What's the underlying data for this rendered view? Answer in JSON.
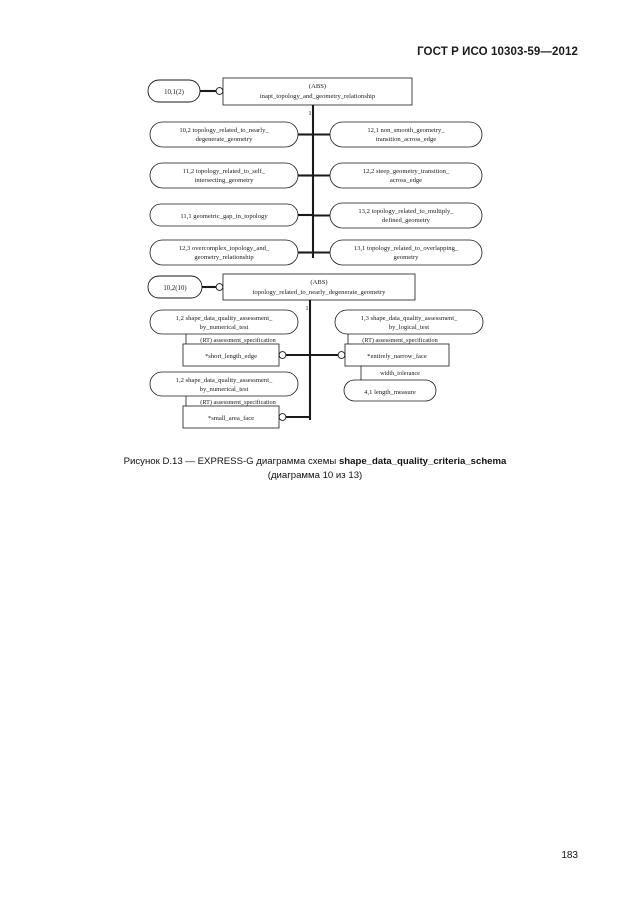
{
  "header": {
    "standard_title": "ГОСТ Р ИСО 10303-59—2012"
  },
  "page_number": "183",
  "caption": {
    "prefix": "Рисунок D.13 — EXPRESS-G диаграмма схемы ",
    "schema_name": "shape_data_quality_criteria_schema",
    "line2": "(диаграмма 10 из 13)"
  },
  "chart_data": {
    "type": "diagram",
    "notation": "EXPRESS-G",
    "title": "shape_data_quality_criteria_schema",
    "diagram_index": "10 из 13",
    "sections": [
      {
        "id": "section-1",
        "page_ref": "10,1(2)",
        "root": {
          "abs_marker": "(ABS)",
          "name": "inapt_topology_and_geometry_relationship",
          "kind": "abstract-entity"
        },
        "supertype_label": "1",
        "subtypes_left": [
          "10,2 topology_related_to_nearly_",
          "11,2 topology_related_to_self_",
          "11,1 geometric_gap_in_topology",
          "12,3 overcomplex_topology_and_"
        ],
        "subtypes_left_line2": [
          "degenerate_geometry",
          "intersecting_geometry",
          "",
          "geometry_relationship"
        ],
        "subtypes_right": [
          "12,1 non_smooth_geometry_",
          "12,2 steep_geometry_transition_",
          "13,2 topology_related_to_multiply_",
          "13,1 topology_related_to_overlapping_"
        ],
        "subtypes_right_line2": [
          "transition_across_edge",
          "across_edge",
          "defined_geometry",
          "geometry"
        ]
      },
      {
        "id": "section-2",
        "page_ref": "10,2(10)",
        "root": {
          "abs_marker": "(ABS)",
          "name": "topology_related_to_nearly_degenerate_geometry",
          "kind": "abstract-entity"
        },
        "supertype_label": "1",
        "nodes": [
          {
            "id": "left-assessment-1",
            "kind": "oval",
            "line1": "1,2 shape_data_quality_assessment_",
            "line2": "by_numerical_test"
          },
          {
            "id": "attr-label-1",
            "kind": "attribute",
            "text": "(RT) assessment_specification"
          },
          {
            "id": "short-length-edge",
            "kind": "rect",
            "text": "*short_length_edge"
          },
          {
            "id": "left-assessment-2",
            "kind": "oval",
            "line1": "1,2 shape_data_quality_assessment_",
            "line2": "by_numerical_test"
          },
          {
            "id": "attr-label-2",
            "kind": "attribute",
            "text": "(RT) assessment_specification"
          },
          {
            "id": "small-area-face",
            "kind": "rect",
            "text": "*small_area_face"
          },
          {
            "id": "right-assessment-1",
            "kind": "oval",
            "line1": "1,3 shape_data_quality_assessment_",
            "line2": "by_logical_test"
          },
          {
            "id": "attr-label-3",
            "kind": "attribute",
            "text": "(RT) assessment_specification"
          },
          {
            "id": "entirely-narrow-face",
            "kind": "rect",
            "text": "*entirely_narrow_face"
          },
          {
            "id": "attr-label-4",
            "kind": "attribute",
            "text": "width_tolerance"
          },
          {
            "id": "length-measure",
            "kind": "oval",
            "text": "4,1 length_measure"
          }
        ]
      }
    ]
  }
}
